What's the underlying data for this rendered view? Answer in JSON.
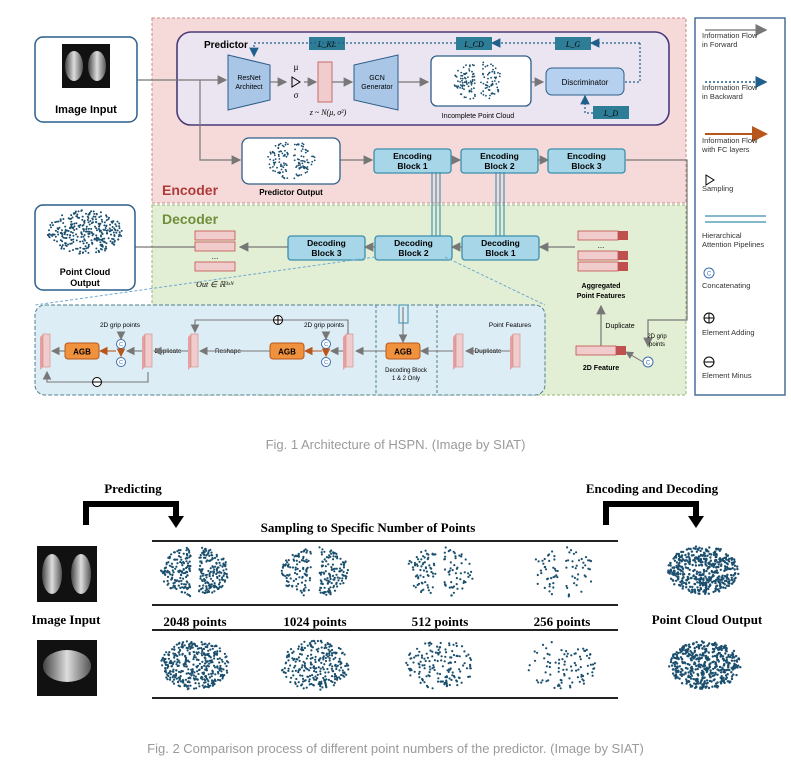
{
  "fig1": {
    "image_input": "Image Input",
    "encoder_title": "Encoder",
    "decoder_title": "Decoder",
    "predictor": {
      "title": "Predictor",
      "resnet_line1": "ResNet",
      "resnet_line2": "Architect",
      "mu": "μ",
      "sigma": "σ",
      "z_formula": "z ~ N(μ, σ²)",
      "gcn_line1": "GCN",
      "gcn_line2": "Generator",
      "incomplete_cloud": "Incomplete Point Cloud",
      "discriminator": "Discriminator",
      "loss_kl": "L_KL",
      "loss_cd": "L_CD",
      "loss_g": "L_G",
      "loss_d": "L_D"
    },
    "predictor_output": "Predictor Output",
    "encoding_blocks": [
      {
        "line1": "Encoding",
        "line2": "Block 1"
      },
      {
        "line1": "Encoding",
        "line2": "Block 2"
      },
      {
        "line1": "Encoding",
        "line2": "Block 3"
      }
    ],
    "decoding_blocks": [
      {
        "line1": "Decoding",
        "line2": "Block 3"
      },
      {
        "line1": "Decoding",
        "line2": "Block 2"
      },
      {
        "line1": "Decoding",
        "line2": "Block 1"
      }
    ],
    "point_cloud_output_line1": "Point Cloud",
    "point_cloud_output_line2": "Output",
    "out_formula": "Out ∈ ℝ³ˣᴺ",
    "ellipsis": "...",
    "aggregated_line1": "Aggregated",
    "aggregated_line2": "Point Features",
    "duplicate": "Duplicate",
    "feature_2d": "2D Feature",
    "grip_line1": "2D grip",
    "grip_line2": "points",
    "detail": {
      "agb": "AGB",
      "grip_points": "2D grip points",
      "duplicate": "Duplicate",
      "reshape": "Reshape",
      "point_features": "Point Features",
      "decoding_only_line1": "Decoding Block",
      "decoding_only_line2": "1 & 2 Only",
      "c_glyph": "C"
    },
    "legend": [
      {
        "line1": "Information Flow",
        "line2": "in Forward"
      },
      {
        "line1": "Information Flow",
        "line2": "in Backward"
      },
      {
        "line1": "Information Flow",
        "line2": "with FC layers"
      },
      {
        "line1": "Sampling",
        "line2": ""
      },
      {
        "line1": "Hierarchical",
        "line2": "Attention Pipelines"
      },
      {
        "line1": "Concatenating",
        "line2": ""
      },
      {
        "line1": "Element Adding",
        "line2": ""
      },
      {
        "line1": "Element Minus",
        "line2": ""
      }
    ],
    "colors": {
      "predictor_bg": "#ebe4f1",
      "encoder_bg": "#f6dada",
      "decoder_bg": "#e3efd4",
      "detail_bg": "#dcedf6",
      "block_fill": "#a7d6e8",
      "block_stroke": "#3b8fad",
      "loss_fill": "#2e7d97",
      "point_blue": "#1b4f6e",
      "agb_fill": "#f0913e",
      "orange_arrow": "#b8561c",
      "feature_pink": "#f1cccc",
      "feature_red": "#c0504d",
      "encoder_red": "#b03a3a",
      "decoder_green": "#6e8e3a"
    }
  },
  "caption1": "Fig. 1 Architecture of HSPN. (Image by SIAT)",
  "fig2": {
    "predicting": "Predicting",
    "encoding_decoding": "Encoding and Decoding",
    "sampling_title": "Sampling to Specific Number of Points",
    "image_input": "Image Input",
    "point_labels": [
      "2048 points",
      "1024 points",
      "512 points",
      "256 points"
    ],
    "output_label": "Point Cloud Output"
  },
  "caption2": "Fig. 2 Comparison process of different point numbers of the predictor. (Image by SIAT)"
}
